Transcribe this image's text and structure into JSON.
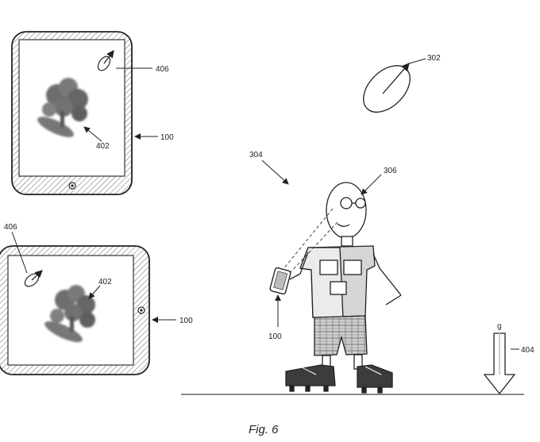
{
  "figure": {
    "caption": "Fig. 6",
    "labels": {
      "device_top": "100",
      "device_bottom": "100",
      "device_held": "100",
      "image_top": "402",
      "image_bottom": "402",
      "marker_top": "406",
      "marker_bottom": "406",
      "sun": "302",
      "scene": "304",
      "user_head": "306",
      "gravity_symbol": "g",
      "gravity_arrow": "404"
    }
  }
}
